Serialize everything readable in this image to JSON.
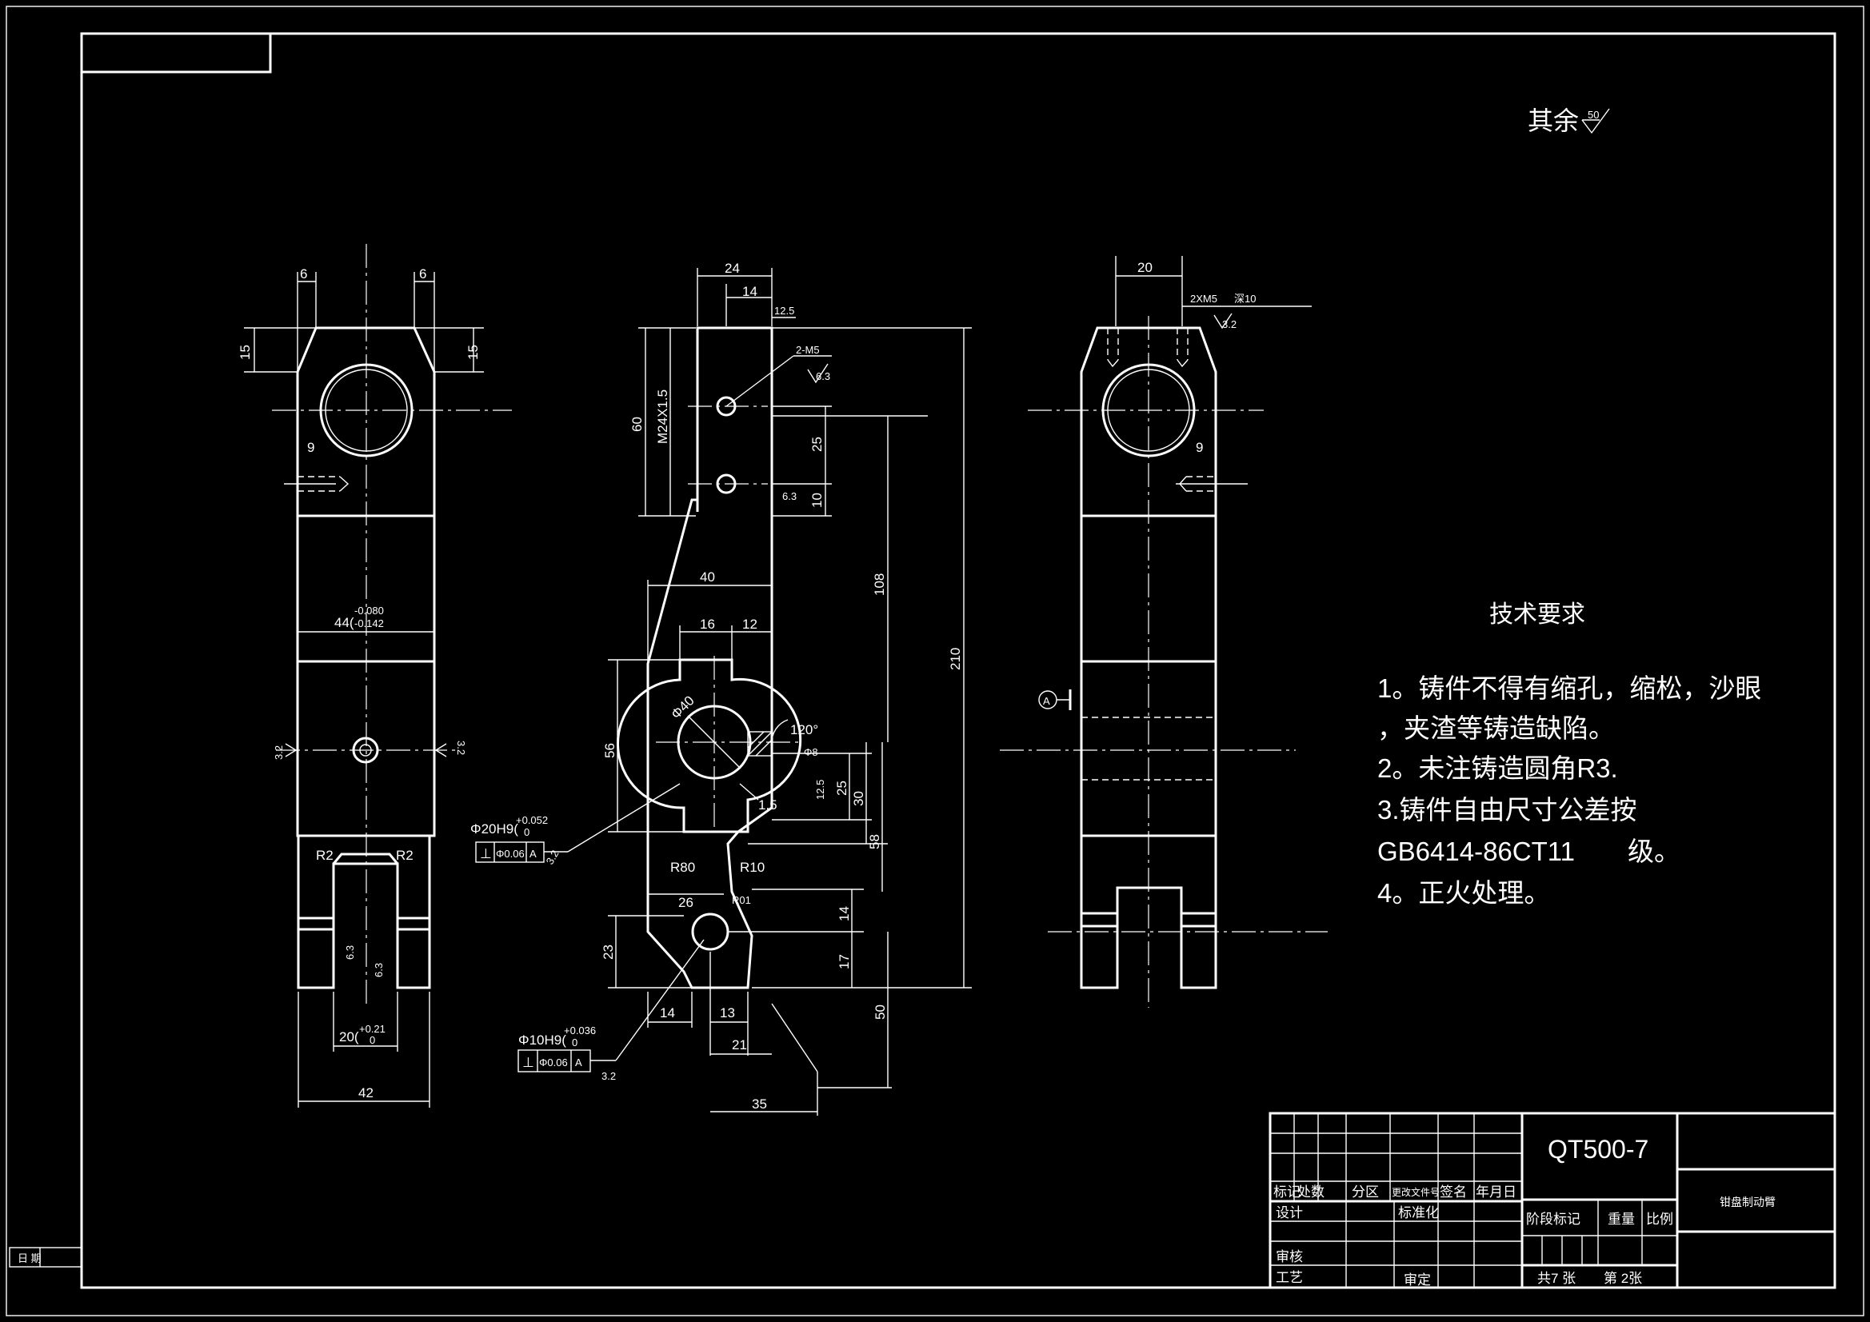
{
  "surface_note": {
    "prefix": "其余",
    "value": "50"
  },
  "tech": {
    "title": "技术要求",
    "line1": "1。铸件不得有缩孔，缩松，沙眼",
    "line2": "，夹渣等铸造缺陷。",
    "line3": "2。未注铸造圆角R3.",
    "line4": "3.铸件自由尺寸公差按",
    "line5": "GB6414-86CT11　　级。",
    "line6": "4。正火处理。"
  },
  "left_view": {
    "d_top_left": "6",
    "d_top_right": "6",
    "d_h_left": "15",
    "d_h_right": "15",
    "d_9": "9",
    "d_44": "44(",
    "d_44_up": "-0.080",
    "d_44_lo": "-0.142",
    "r_left": "R2",
    "r_right": "R2",
    "ra_l": "3.2",
    "ra_r": "3.2",
    "ra_slot_l": "6.3",
    "ra_slot_r": "6.3",
    "d_20": "20(",
    "d_20_up": "+0.21",
    "d_20_lo": "0",
    "d_42": "42"
  },
  "mid_view": {
    "d_24": "24",
    "d_14": "14",
    "ra_125": "12.5",
    "hole_note": "2-M5",
    "ra_63a": "6.3",
    "ra_63b": "6.3",
    "d_60": "60",
    "thread": "M24X1.5",
    "d_25": "25",
    "d_10": "10",
    "d_40": "40",
    "d_16": "16",
    "d_12": "12",
    "d_108": "108",
    "d_210": "210",
    "d_56": "56",
    "bore": "Φ40",
    "angle": "120°",
    "ra_125b": "12.5",
    "d_8": "Φ8",
    "d_15": "1.5",
    "d_25b": "25",
    "d_30": "30",
    "d_58": "58",
    "r80": "R80",
    "r10": "R10",
    "d_26": "26",
    "r_small": "R01",
    "d_14b": "14",
    "d_17": "17",
    "d_23": "23",
    "d_14c": "14",
    "d_13": "13",
    "d_21": "21",
    "d_35": "35",
    "d_50": "50",
    "fit1": "Φ20H9(",
    "fit1_up": "+0.052",
    "fit1_lo": "0",
    "tol1_sym": "⊥",
    "tol1_val": "Φ0.06",
    "tol1_ref": "A",
    "ra1": "3.2",
    "fit2": "Φ10H9(",
    "fit2_up": "+0.036",
    "fit2_lo": "0",
    "tol2_sym": "⊥",
    "tol2_val": "Φ0.06",
    "tol2_ref": "A",
    "ra2": "3.2"
  },
  "right_view": {
    "d_20": "20",
    "tap": "2XM5",
    "depth": "深10",
    "ra": "3.2",
    "d_9": "9",
    "datum": "A"
  },
  "title_block": {
    "material": "QT500-7",
    "part_name": "钳盘制动臂",
    "h_mark": "标记",
    "h_qty": "处数",
    "h_zone": "分区",
    "h_doc": "更改文件号",
    "h_sign": "签名",
    "h_date": "年月日",
    "design": "设计",
    "standard": "标准化",
    "check": "审核",
    "process": "工艺",
    "approve": "审定",
    "stage": "阶段标记",
    "weight": "重量",
    "scale": "比例",
    "total": "共7 张",
    "page": "第 2张"
  },
  "side_label": "日 期"
}
